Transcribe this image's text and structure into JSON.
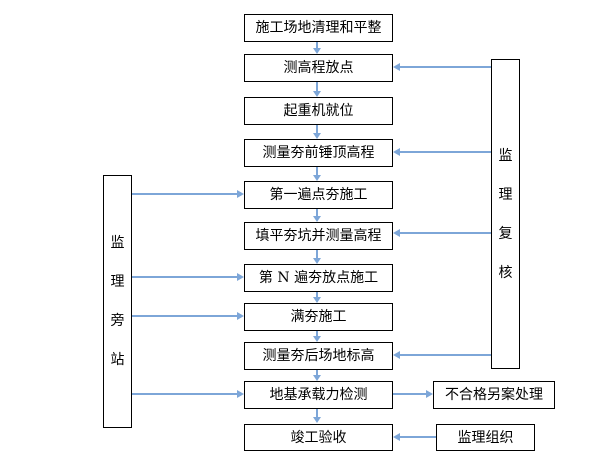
{
  "colors": {
    "arrow": "#7da6d8",
    "border": "#000000",
    "background": "#ffffff",
    "text": "#000000"
  },
  "main_flow": [
    {
      "label": "施工场地清理和平整"
    },
    {
      "label": "测高程放点"
    },
    {
      "label": "起重机就位"
    },
    {
      "label": "测量夯前锤顶高程"
    },
    {
      "label": "第一遍点夯施工"
    },
    {
      "label": "填平夯坑并测量高程"
    },
    {
      "label": "第 N 遍夯放点施工"
    },
    {
      "label": "满夯施工"
    },
    {
      "label": "测量夯后场地标高"
    },
    {
      "label": "地基承载力检测"
    },
    {
      "label": "竣工验收"
    }
  ],
  "side": {
    "left": {
      "label": "监理旁站",
      "chars": [
        "监",
        "理",
        "旁",
        "站"
      ]
    },
    "right": {
      "label": "监理复核",
      "chars": [
        "监",
        "理",
        "复",
        "核"
      ]
    }
  },
  "branch": {
    "fail": {
      "label": "不合格另案处理"
    },
    "org": {
      "label": "监理组织"
    }
  }
}
